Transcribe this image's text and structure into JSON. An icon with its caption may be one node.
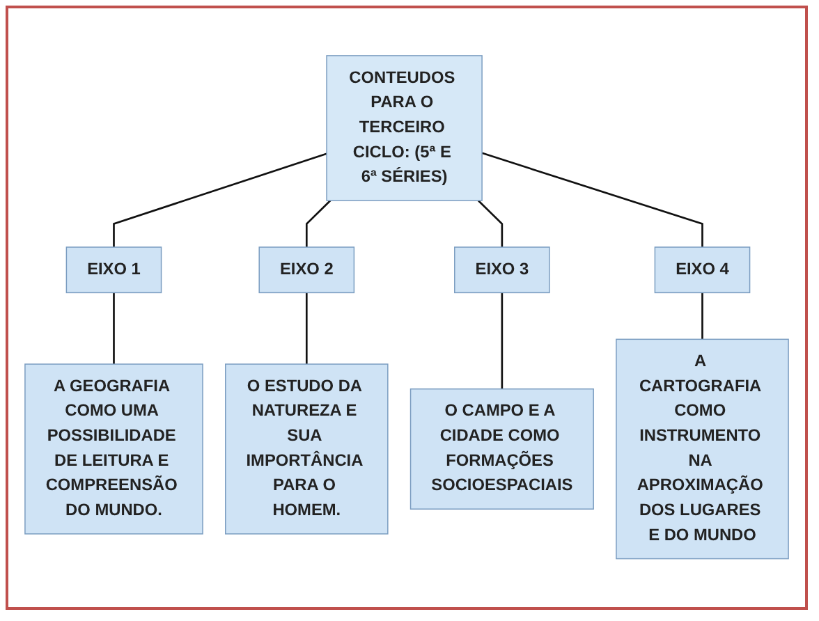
{
  "diagram": {
    "nodes": [
      {
        "text": [
          "CONTEUDOS PARA O TERCEIRO CICLO: (5ª E 6ª SÉRIES)"
        ]
      },
      {
        "text": [
          "EIXO 1"
        ]
      },
      {
        "text": [
          "EIXO 2"
        ]
      },
      {
        "text": [
          "EIXO 3"
        ]
      },
      {
        "text": [
          "EIXO 4"
        ]
      },
      {
        "text": [
          "A GEOGRAFIA COMO UMA POSSIBILIDADE DE LEITURA E COMPREENSÃO DO MUNDO."
        ]
      },
      {
        "text": [
          "O ESTUDO DA NATUREZA E SUA IMPORTÂNCIA PARA O HOMEM."
        ]
      },
      {
        "text": [
          "O CAMPO E A CIDADE COMO FORMAÇÕES SOCIOESPACIAIS"
        ]
      },
      {
        "text": [
          "A CARTOGRAFIA COMO INSTRUMENTO NA APROXIMAÇÃO DOS LUGARES E DO MUNDO"
        ]
      }
    ],
    "edges": [
      {
        "from": 0,
        "to": 1,
        "arrow": "none"
      },
      {
        "from": 0,
        "to": 2,
        "arrow": "none"
      },
      {
        "from": 0,
        "to": 3,
        "arrow": "none"
      },
      {
        "from": 0,
        "to": 4,
        "arrow": "none"
      },
      {
        "from": 1,
        "to": 5,
        "arrow": "none"
      },
      {
        "from": 2,
        "to": 6,
        "arrow": "none"
      },
      {
        "from": 3,
        "to": 7,
        "arrow": "none"
      },
      {
        "from": 4,
        "to": 8,
        "arrow": "none"
      }
    ]
  }
}
